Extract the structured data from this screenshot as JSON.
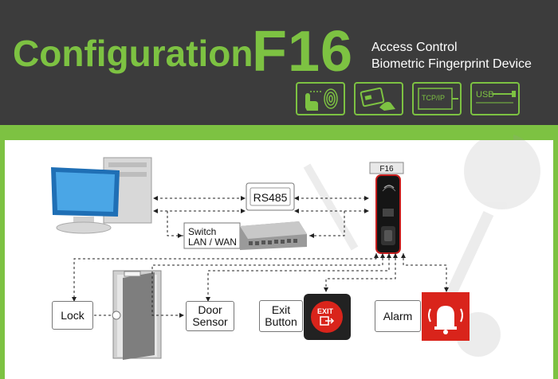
{
  "header": {
    "title": "Configuration",
    "model": "F16",
    "subtitle_line1": "Access Control",
    "subtitle_line2": "Biometric Fingerprint Device",
    "feature_icons": [
      "fingerprint-touch-icon",
      "card-reader-icon",
      "tcp-ip-icon",
      "usb-icon"
    ],
    "tcp_label": "TCP/IP",
    "usb_label": "USB"
  },
  "diagram": {
    "rs485_label": "RS485",
    "switch_label_line1": "Switch",
    "switch_label_line2": "LAN / WAN",
    "device_label": "F16",
    "lock_label": "Lock",
    "door_sensor_line1": "Door",
    "door_sensor_line2": "Sensor",
    "exit_button_line1": "Exit",
    "exit_button_line2": "Button",
    "alarm_label": "Alarm",
    "exit_sign_text": "EXIT"
  },
  "colors": {
    "brand_green": "#7dc242",
    "header_bg": "#3c3c3c",
    "alarm_red": "#d9241b"
  }
}
